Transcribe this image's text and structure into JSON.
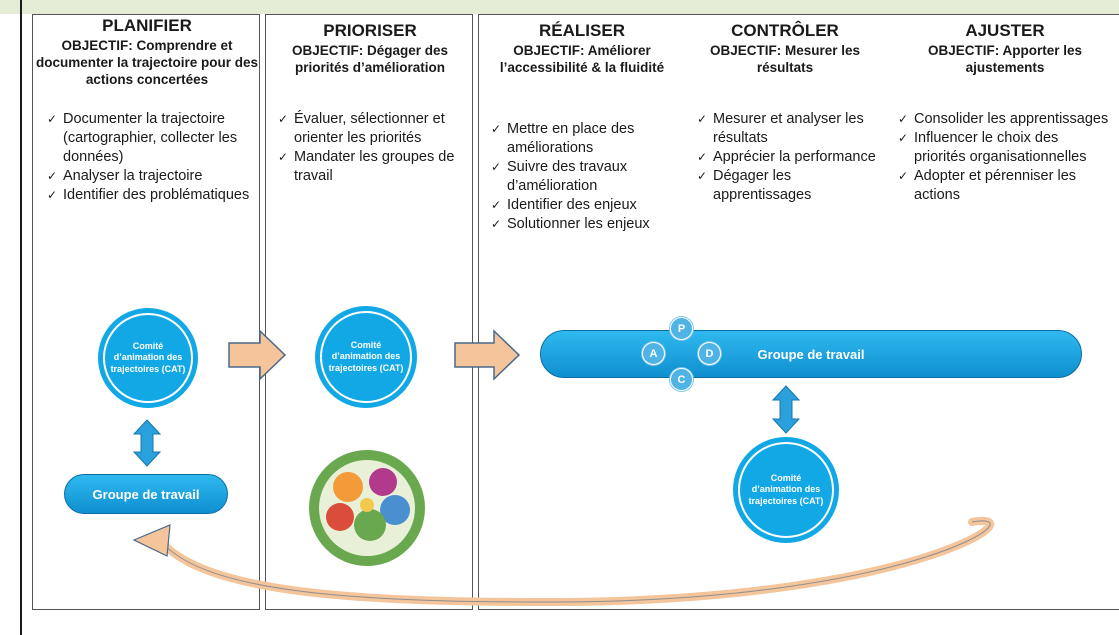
{
  "phases": {
    "planifier": {
      "title": "PLANIFIER",
      "objective": "OBJECTIF: Comprendre et documenter la trajectoire pour des actions concertées",
      "items": [
        "Documenter la trajectoire (cartographier, collecter les données)",
        "Analyser la trajectoire",
        "Identifier des problématiques"
      ]
    },
    "prioriser": {
      "title": "PRIORISER",
      "objective": "OBJECTIF: Dégager des priorités d’amélioration",
      "items": [
        "Évaluer, sélectionner et orienter les priorités",
        "Mandater les groupes de travail"
      ]
    },
    "realiser": {
      "title": "RÉALISER",
      "objective": "OBJECTIF: Améliorer l’accessibilité & la fluidité",
      "items": [
        "Mettre en place des améliorations",
        "Suivre des travaux d’amélioration",
        "Identifier des enjeux",
        "Solutionner les enjeux"
      ]
    },
    "controler": {
      "title": "CONTRÔLER",
      "objective": "OBJECTIF: Mesurer les résultats",
      "items": [
        "Mesurer et analyser les résultats",
        "Apprécier la performance",
        "Dégager les apprentissages"
      ]
    },
    "ajuster": {
      "title": "AJUSTER",
      "objective": "OBJECTIF: Apporter les ajustements",
      "items": [
        "Consolider les apprentissages",
        "Influencer le choix des priorités organisationnelles",
        "Adopter et pérenniser les actions"
      ]
    }
  },
  "cat_label": "Comité d’animation des trajectoires (CAT)",
  "groupe_label": "Groupe de travail",
  "pdca": [
    "P",
    "D",
    "C",
    "A"
  ],
  "colors": {
    "blue": "#12a8e6",
    "arrow": "#f4c49a",
    "arrow_border": "#4b6a8a",
    "band": "#e5ecd6"
  }
}
